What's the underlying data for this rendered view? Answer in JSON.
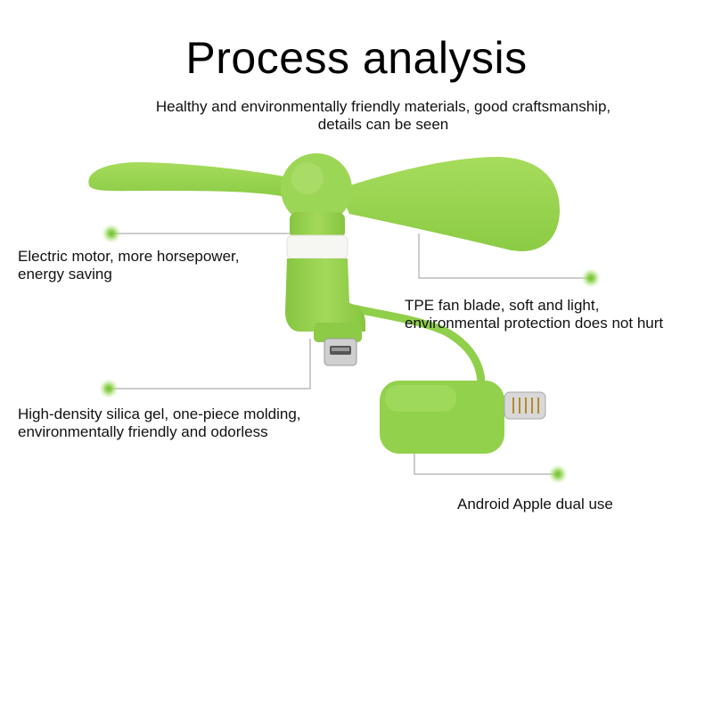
{
  "title": "Process analysis",
  "subtitle": {
    "line1": "Healthy and environmentally friendly materials, good craftsmanship,",
    "line2": "details can be seen"
  },
  "callouts": {
    "motor": {
      "line1": "Electric motor, more horsepower,",
      "line2": "energy saving"
    },
    "blade": {
      "line1": "TPE fan blade, soft and light,",
      "line2": "environmental protection does not hurt"
    },
    "gel": {
      "line1": "High-density silica gel, one-piece molding,",
      "line2": "environmentally friendly and odorless"
    },
    "dual": {
      "line1": "Android Apple dual use"
    }
  },
  "colors": {
    "product_green": "#95d34a",
    "dot_green": "#7ac943",
    "leader_line": "#9a9a9a"
  }
}
